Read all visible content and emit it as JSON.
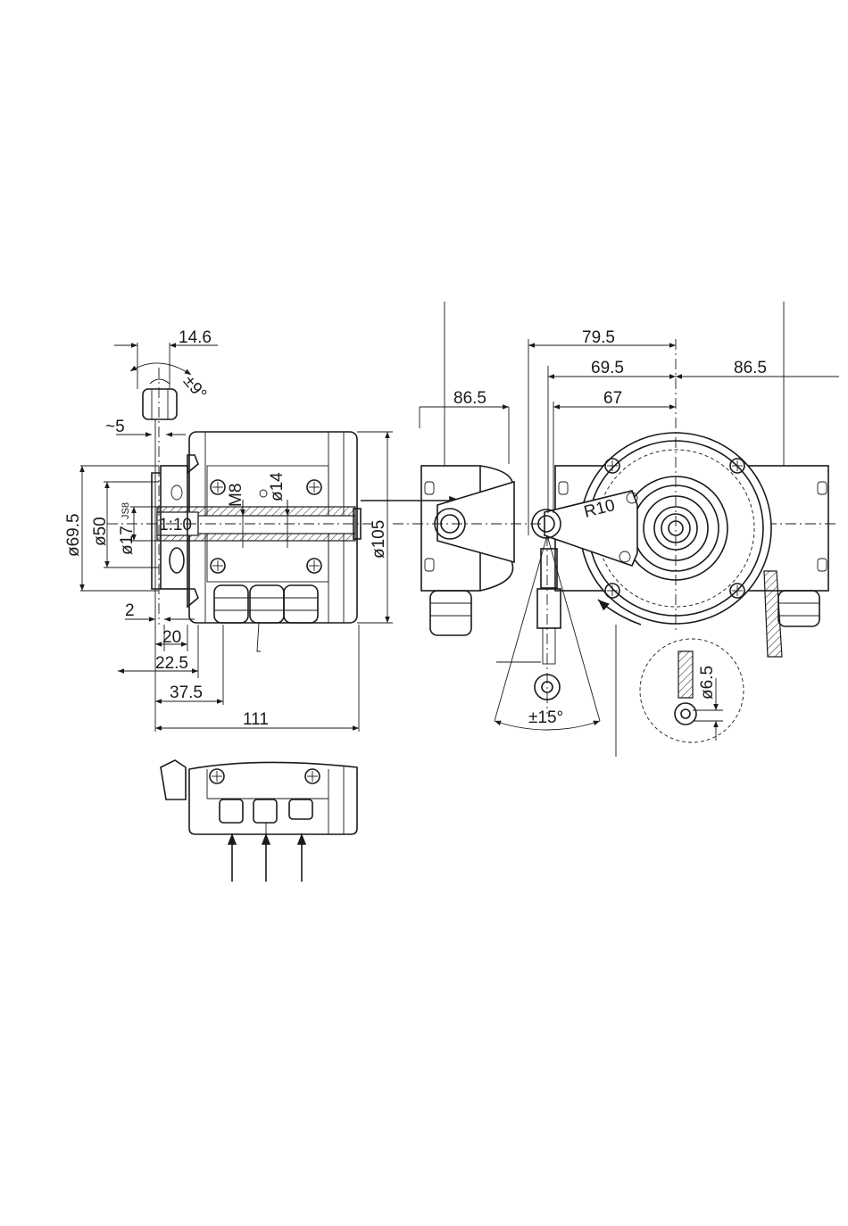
{
  "dimensions": {
    "d14_6": "14.6",
    "angle9": "±9°",
    "approx5": "~5",
    "d69_5": "ø69.5",
    "d50": "ø50",
    "d17": "ø17",
    "js8": "JS8",
    "taper": "1:10",
    "m8": "M8",
    "d14": "ø14",
    "d105": "ø105",
    "d2": "2",
    "d20": "20",
    "d22_5": "22.5",
    "d37_5": "37.5",
    "d111": "111",
    "d86_5_left": "86.5",
    "d79_5": "79.5",
    "d69_5_top": "69.5",
    "d67": "67",
    "d86_5_right": "86.5",
    "r10": "R10",
    "angle15": "±15°",
    "d6_5": "ø6.5"
  }
}
